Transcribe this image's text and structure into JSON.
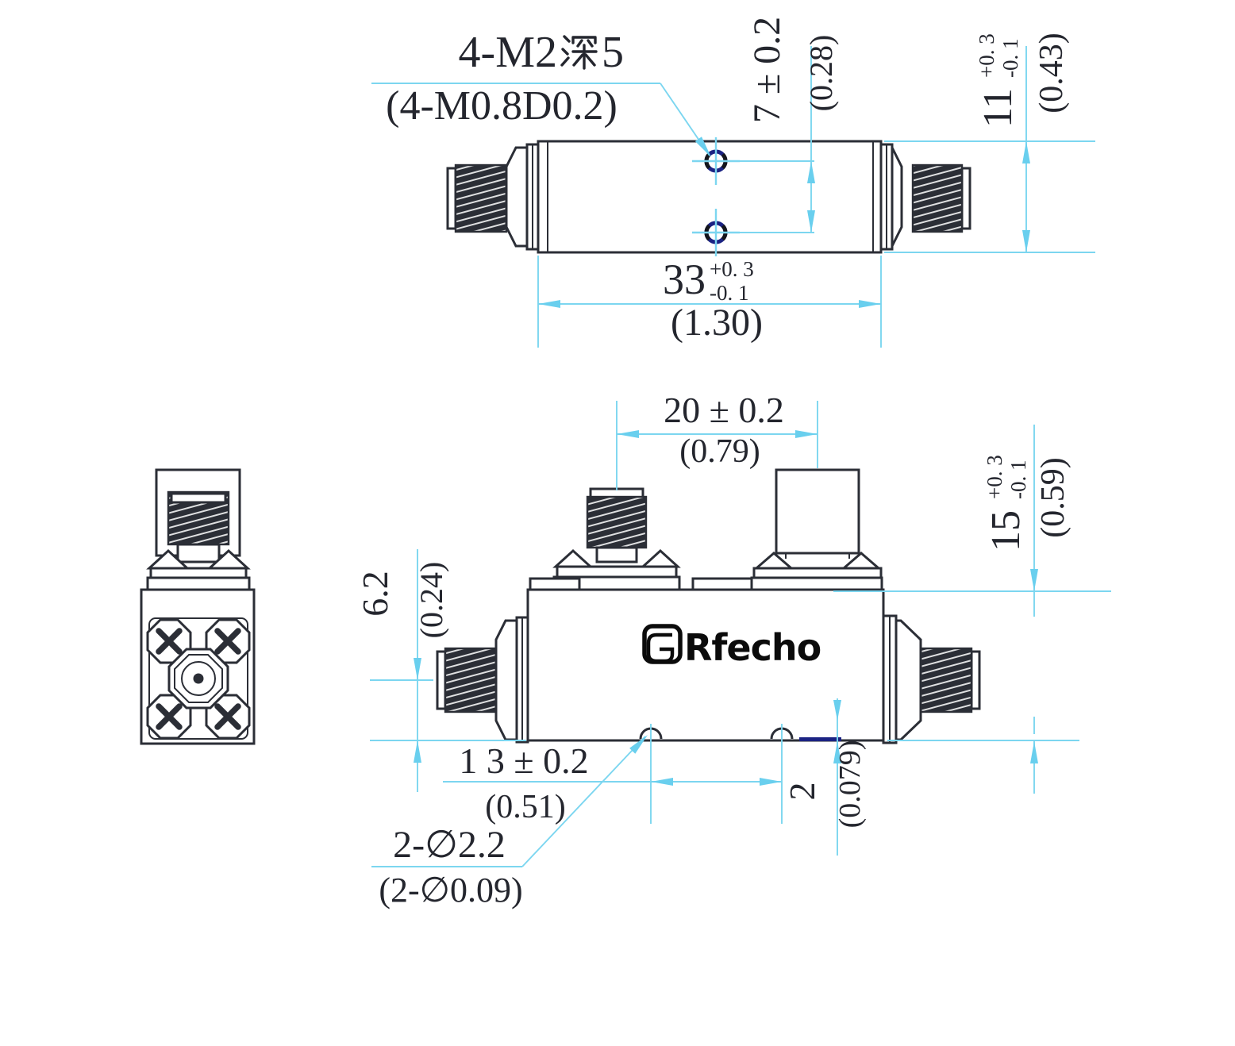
{
  "d": {
    "callout_tap": {
      "prefix": "4-M2",
      "cjk": "深",
      "suffix": "5",
      "full": "4-M2深5",
      "alt": "(4-M0.8D0.2)"
    },
    "top_view": {
      "d7": {
        "v": "7 ± 0.2",
        "alt": "(0.28)"
      },
      "d11": {
        "v": "11",
        "tp": "+0. 3",
        "tm": "-0. 1",
        "alt": "(0.43)"
      },
      "d33": {
        "v": "33",
        "tp": "+0. 3",
        "tm": "-0. 1",
        "alt": "(1.30)"
      }
    },
    "front_view": {
      "d20": {
        "v": "20 ± 0.2",
        "alt": "(0.79)"
      },
      "d15": {
        "v": "15",
        "tp": "+0. 3",
        "tm": "-0. 1",
        "alt": "(0.59)"
      },
      "d62": {
        "v": "6.2",
        "alt": "(0.24)"
      },
      "d13": {
        "v": "1 3 ± 0.2",
        "alt": "(0.51)"
      },
      "d2": {
        "v": "2",
        "alt": "(0.079)"
      },
      "callout_holes": {
        "line1": "2-∅2.2",
        "line2": "(2-∅0.09)"
      }
    },
    "logo": {
      "text": "Rfecho"
    },
    "colors": {
      "line": "#2b2e36",
      "dim": "#7cd6f0",
      "navy": "#1b2383",
      "text": "#24262e"
    }
  }
}
